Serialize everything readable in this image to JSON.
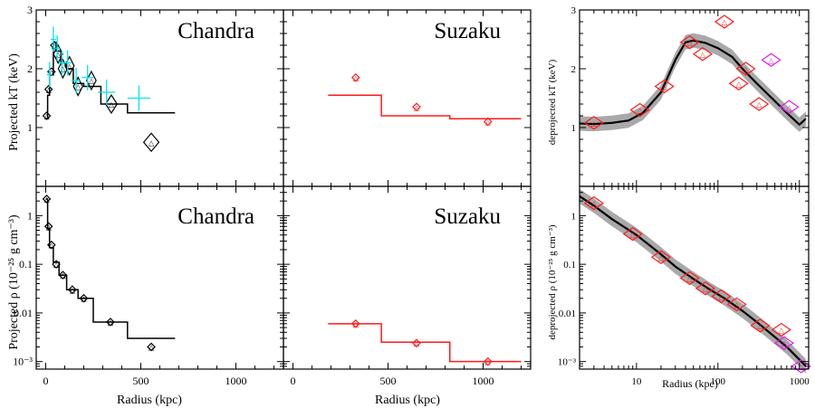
{
  "colors": {
    "chandra": "#000000",
    "chandra_alt": "#00e5f0",
    "suzaku": "#ff1a1a",
    "magenta": "#e020e0",
    "band": "#9a9a9a"
  },
  "chart_data": [
    {
      "type": "scatter",
      "title": "Chandra",
      "ylabel": "Projected kT (keV)",
      "xlabel": "",
      "xlim": [
        -50,
        1250
      ],
      "ylim": [
        0,
        3
      ],
      "xticks": [
        "0",
        "500",
        "1000"
      ],
      "yticks": [
        "1",
        "2",
        "3"
      ],
      "series": [
        {
          "color": "chandra",
          "marker": "diamond",
          "points": [
            [
              5,
              1.2,
              0
            ],
            [
              15,
              1.65,
              0
            ],
            [
              30,
              1.95,
              0
            ],
            [
              45,
              2.4,
              0
            ],
            [
              65,
              2.25,
              12
            ],
            [
              90,
              2.0,
              15
            ],
            [
              125,
              2.05,
              18
            ],
            [
              170,
              1.7,
              20
            ],
            [
              240,
              1.8,
              25
            ],
            [
              345,
              1.4,
              30
            ],
            [
              555,
              0.75,
              40
            ]
          ],
          "step_x": [
            0,
            10,
            20,
            40,
            55,
            80,
            110,
            145,
            200,
            290,
            430,
            680
          ],
          "step_y": [
            1.15,
            1.55,
            1.9,
            2.45,
            2.3,
            2.1,
            2.0,
            1.75,
            1.7,
            1.4,
            1.25
          ]
        },
        {
          "color": "chandra_alt",
          "marker": "cross",
          "points": [
            [
              20,
              1.9,
              10
            ],
            [
              40,
              2.5,
              12
            ],
            [
              60,
              2.35,
              15
            ],
            [
              85,
              2.1,
              18
            ],
            [
              115,
              2.1,
              20
            ],
            [
              160,
              1.8,
              25
            ],
            [
              220,
              1.85,
              30
            ],
            [
              320,
              1.6,
              45
            ],
            [
              490,
              1.5,
              60
            ]
          ]
        }
      ]
    },
    {
      "type": "scatter",
      "title": "Suzaku",
      "ylabel": "",
      "xlabel": "",
      "xlim": [
        -50,
        1250
      ],
      "ylim": [
        0,
        3
      ],
      "series": [
        {
          "color": "suzaku",
          "marker": "diamond",
          "points": [
            [
              330,
              1.85,
              0
            ],
            [
              650,
              1.35,
              0
            ],
            [
              1025,
              1.1,
              0
            ]
          ],
          "step_x": [
            185,
            465,
            825,
            1200
          ],
          "step_y": [
            1.55,
            1.2,
            1.15
          ]
        }
      ]
    },
    {
      "type": "line",
      "title": "",
      "ylabel": "deprojected kT (keV)",
      "xlabel": "",
      "xscale": "log",
      "xlim": [
        2,
        1300
      ],
      "ylim": [
        0,
        3
      ],
      "xticks": [
        "10",
        "100",
        "1000"
      ],
      "yticks": [
        "1",
        "2",
        "3"
      ],
      "model": {
        "x": [
          2,
          3,
          5,
          8,
          12,
          20,
          30,
          40,
          50,
          70,
          100,
          150,
          200,
          300,
          500,
          700,
          1000,
          1200
        ],
        "y": [
          1.07,
          1.06,
          1.08,
          1.12,
          1.25,
          1.6,
          2.15,
          2.45,
          2.48,
          2.44,
          2.35,
          2.2,
          2.0,
          1.75,
          1.45,
          1.25,
          1.05,
          1.15
        ]
      },
      "series": [
        {
          "color": "suzaku",
          "marker": "diamond",
          "points": [
            [
              3,
              1.08
            ],
            [
              11,
              1.3
            ],
            [
              22,
              1.7
            ],
            [
              45,
              2.45
            ],
            [
              65,
              2.25
            ],
            [
              120,
              2.8
            ],
            [
              180,
              1.75
            ],
            [
              220,
              2.0
            ],
            [
              320,
              1.4
            ]
          ]
        },
        {
          "color": "magenta",
          "marker": "diamond",
          "points": [
            [
              450,
              2.15
            ],
            [
              750,
              1.35
            ]
          ]
        }
      ]
    },
    {
      "type": "scatter",
      "title": "Chandra",
      "ylabel": "Projected ρ (10⁻²⁵ g cm⁻³)",
      "xlabel": "Radius (kpc)",
      "yscale": "log",
      "xlim": [
        -50,
        1250
      ],
      "ylim": [
        0.0007,
        4
      ],
      "xticks": [
        "0",
        "500",
        "1000"
      ],
      "yticks": [
        "10⁻³",
        "0.01",
        "0.1",
        "1"
      ],
      "series": [
        {
          "color": "chandra",
          "marker": "diamond",
          "points": [
            [
              5,
              2.2
            ],
            [
              15,
              0.6
            ],
            [
              30,
              0.25
            ],
            [
              55,
              0.1
            ],
            [
              90,
              0.06
            ],
            [
              140,
              0.03
            ],
            [
              200,
              0.02
            ],
            [
              340,
              0.0065
            ],
            [
              555,
              0.002
            ]
          ],
          "step_x": [
            0,
            10,
            20,
            40,
            70,
            110,
            170,
            250,
            430,
            680
          ],
          "step_y": [
            2.2,
            0.55,
            0.22,
            0.11,
            0.06,
            0.03,
            0.02,
            0.0065,
            0.003
          ]
        }
      ]
    },
    {
      "type": "scatter",
      "title": "Suzaku",
      "ylabel": "",
      "xlabel": "Radius (kpc)",
      "yscale": "log",
      "xlim": [
        -50,
        1250
      ],
      "ylim": [
        0.0007,
        4
      ],
      "series": [
        {
          "color": "suzaku",
          "marker": "diamond",
          "points": [
            [
              330,
              0.006
            ],
            [
              650,
              0.0024
            ],
            [
              1025,
              0.001
            ]
          ],
          "step_x": [
            185,
            465,
            825,
            1200
          ],
          "step_y": [
            0.006,
            0.0025,
            0.001
          ]
        }
      ]
    },
    {
      "type": "line",
      "title": "",
      "ylabel": "deprojected ρ (10⁻²⁵ g cm⁻³)",
      "xlabel": "Radius (kpc)",
      "xscale": "log",
      "yscale": "log",
      "xlim": [
        2,
        1300
      ],
      "ylim": [
        0.0007,
        4
      ],
      "xticks": [
        "10",
        "100",
        "1000"
      ],
      "yticks": [
        "10⁻³",
        "0.01",
        "0.1",
        "1"
      ],
      "model": {
        "x": [
          2,
          3,
          5,
          10,
          20,
          30,
          50,
          80,
          120,
          200,
          300,
          500,
          700,
          1000,
          1200
        ],
        "y": [
          2.5,
          1.6,
          0.85,
          0.4,
          0.16,
          0.09,
          0.05,
          0.03,
          0.02,
          0.011,
          0.0065,
          0.0032,
          0.002,
          0.0011,
          0.0008
        ]
      },
      "series": [
        {
          "color": "suzaku",
          "marker": "diamond",
          "points": [
            [
              3,
              1.8
            ],
            [
              9,
              0.42
            ],
            [
              20,
              0.14
            ],
            [
              45,
              0.052
            ],
            [
              70,
              0.032
            ],
            [
              110,
              0.022
            ],
            [
              170,
              0.015
            ],
            [
              330,
              0.0055
            ],
            [
              600,
              0.0045
            ]
          ]
        },
        {
          "color": "magenta",
          "marker": "diamond",
          "points": [
            [
              650,
              0.0024
            ],
            [
              1050,
              0.0008
            ]
          ]
        }
      ]
    }
  ]
}
